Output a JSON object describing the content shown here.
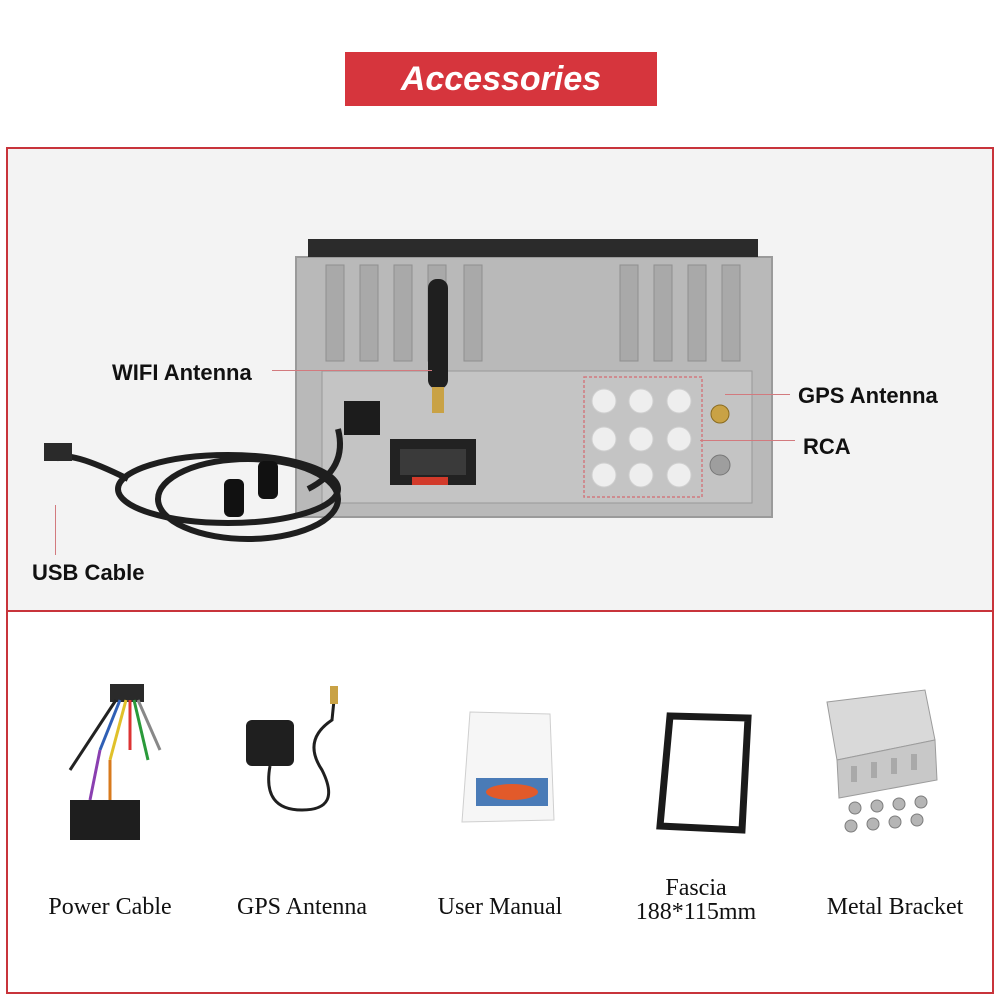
{
  "header": {
    "title": "Accessories"
  },
  "callouts": {
    "wifi_antenna": "WIFI Antenna",
    "gps_antenna": "GPS Antenna",
    "rca": "RCA",
    "usb_cable": "USB Cable"
  },
  "accessories": [
    {
      "label": "Power Cable"
    },
    {
      "label": "GPS Antenna"
    },
    {
      "label": "User Manual"
    },
    {
      "label": "Fascia",
      "sublabel": "188*115mm"
    },
    {
      "label": "Metal Bracket"
    }
  ],
  "colors": {
    "accent_red": "#d6353d",
    "unit_gray": "#b6b6b6",
    "panel_bg": "#f3f3f3"
  }
}
